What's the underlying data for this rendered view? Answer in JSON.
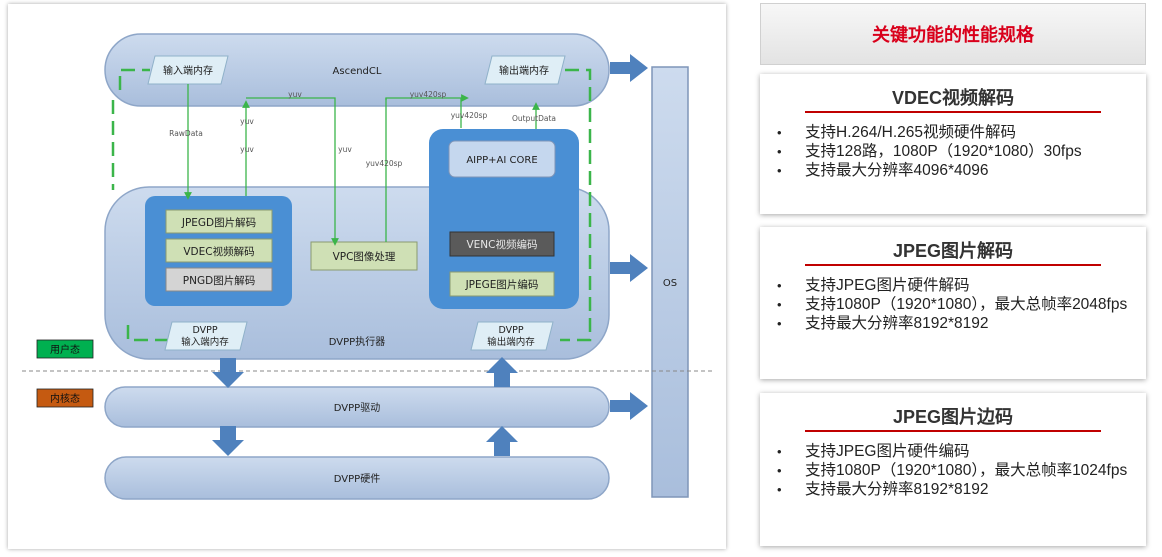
{
  "diagram": {
    "ascendcl": "AscendCL",
    "input_mem": "输入端内存",
    "output_mem": "输出端内存",
    "labels": {
      "rawdata": "RawData",
      "yuv": "yuv",
      "yuv420sp": "yuv420sp",
      "outputdata": "OutputData"
    },
    "decoders": [
      "JPEGD图片解码",
      "VDEC视频解码",
      "PNGD图片解码"
    ],
    "vpc": "VPC图像处理",
    "aipp": "AIPP+AI CORE",
    "venc": "VENC视频编码",
    "jpege": "JPEGE图片编码",
    "executor": "DVPP执行器",
    "dvpp_input_l1": "DVPP",
    "dvpp_input_l2": "输入端内存",
    "dvpp_output_l1": "DVPP",
    "dvpp_output_l2": "输出端内存",
    "user_mode": "用户态",
    "kernel_mode": "内核态",
    "driver": "DVPP驱动",
    "hardware": "DVPP硬件",
    "os": "OS"
  },
  "colors": {
    "pill_fill": "#b9cbe4",
    "pill_stroke": "#8ea6c8",
    "inner_blue": "#4a8fd4",
    "green_box": "#cfe0b5",
    "gray_box": "#555555",
    "arrow": "#4f81bd",
    "user_badge": "#00b050",
    "kernel_badge": "#c55a11",
    "accent_red": "#d9001b"
  },
  "header": {
    "title": "关键功能的性能规格"
  },
  "cards": [
    {
      "title": "VDEC视频解码",
      "items": [
        "支持H.264/H.265视频硬件解码",
        "支持128路，1080P（1920*1080）30fps",
        "支持最大分辨率4096*4096"
      ]
    },
    {
      "title": "JPEG图片解码",
      "items": [
        "支持JPEG图片硬件解码",
        "支持1080P（1920*1080），最大总帧率2048fps",
        "支持最大分辨率8192*8192"
      ]
    },
    {
      "title": "JPEG图片边码",
      "items": [
        "支持JPEG图片硬件编码",
        "支持1080P（1920*1080），最大总帧率1024fps",
        "支持最大分辨率8192*8192"
      ]
    }
  ]
}
